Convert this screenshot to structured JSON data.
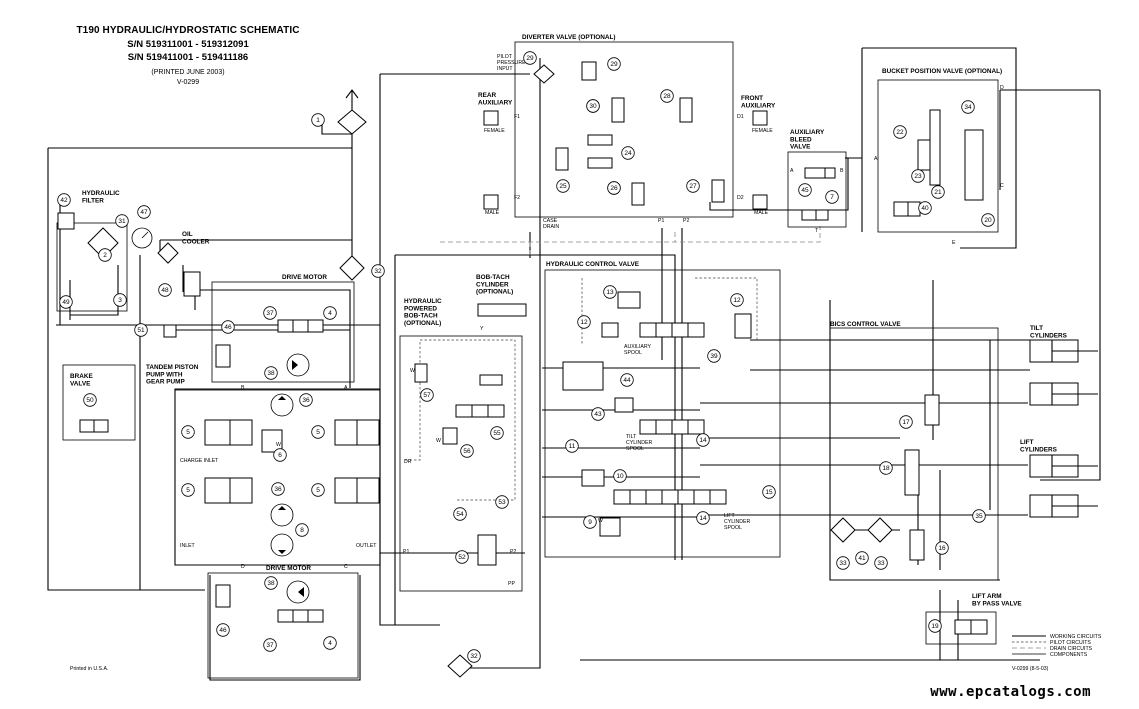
{
  "header": {
    "title": "T190 HYDRAULIC/HYDROSTATIC SCHEMATIC",
    "serial_1": "S/N 519311001 - 519312091",
    "serial_2": "S/N 519411001 - 519411186",
    "printed": "(PRINTED JUNE 2003)",
    "code": "V-0299"
  },
  "labels": {
    "hydraulic_filter": "HYDRAULIC\nFILTER",
    "oil_cooler": "OIL\nCOOLER",
    "drive_motor_top": "DRIVE MOTOR",
    "drive_motor_bottom": "DRIVE MOTOR",
    "tandem_pump": "TANDEM PISTON\nPUMP WITH\nGEAR PUMP",
    "brake_valve": "BRAKE\nVALVE",
    "charge_inlet": "CHARGE INLET",
    "inlet": "INLET",
    "outlet": "OUTLET",
    "bobtach_cylinder": "BOB-TACH\nCYLINDER\n(OPTIONAL)",
    "hydraulic_bobtach": "HYDRAULIC\nPOWERED\nBOB-TACH\n(OPTIONAL)",
    "diverter_valve": "DIVERTER VALVE (OPTIONAL)",
    "pilot_pressure_input": "PILOT\nPRESSURE\nINPUT",
    "rear_auxiliary": "REAR\nAUXILIARY",
    "front_auxiliary": "FRONT\nAUXILIARY",
    "female_left": "FEMALE",
    "female_right": "FEMALE",
    "male_left": "MALE",
    "male_right": "MALE",
    "case_drain": "CASE\nDRAIN",
    "auxiliary_bleed_valve": "AUXILIARY\nBLEED\nVALVE",
    "bucket_position_valve": "BUCKET POSITION VALVE (OPTIONAL)",
    "hydraulic_control_valve": "HYDRAULIC CONTROL VALVE",
    "auxiliary_spool": "AUXILIARY\nSPOOL",
    "tilt_cylinder_spool": "TILT\nCYLINDER\nSPOOL",
    "lift_cylinder_spool": "LIFT\nCYLINDER\nSPOOL",
    "bics_control_valve": "BICS CONTROL VALVE",
    "tilt_cylinders": "TILT\nCYLINDERS",
    "lift_cylinders": "LIFT\nCYLINDERS",
    "lift_arm_bypass": "LIFT ARM\nBY PASS VALVE",
    "printed_usa": "Printed in U.S.A.",
    "footer_code": "V-0299 (8-5-03)",
    "legend_working": "WORKING CIRCUITS",
    "legend_pilot": "PILOT CIRCUITS",
    "legend_drain": "DRAIN CIRCUITS",
    "legend_component": "COMPONENTS",
    "port_dr": "DR",
    "port_pp": "PP",
    "port_p1": "P1",
    "port_p2": "P2",
    "port_a": "A",
    "port_b": "B",
    "port_c": "C",
    "port_d": "D",
    "port_e": "E",
    "port_f1": "F1",
    "port_f2": "F2",
    "port_d1": "D1",
    "port_d2": "D2",
    "port_t": "T",
    "port_w": "W",
    "port_y": "Y"
  },
  "callouts": [
    "1",
    "2",
    "3",
    "4",
    "5",
    "6",
    "7",
    "8",
    "9",
    "10",
    "11",
    "12",
    "13",
    "14",
    "15",
    "16",
    "17",
    "18",
    "19",
    "20",
    "21",
    "22",
    "23",
    "24",
    "25",
    "26",
    "27",
    "28",
    "29",
    "30",
    "31",
    "32",
    "33",
    "34",
    "35",
    "36",
    "37",
    "38",
    "39",
    "40",
    "41",
    "42",
    "43",
    "44",
    "45",
    "46",
    "47",
    "48",
    "49",
    "50",
    "51",
    "52",
    "53",
    "54",
    "55",
    "56",
    "57"
  ],
  "watermark": "www.epcatalogs.com"
}
